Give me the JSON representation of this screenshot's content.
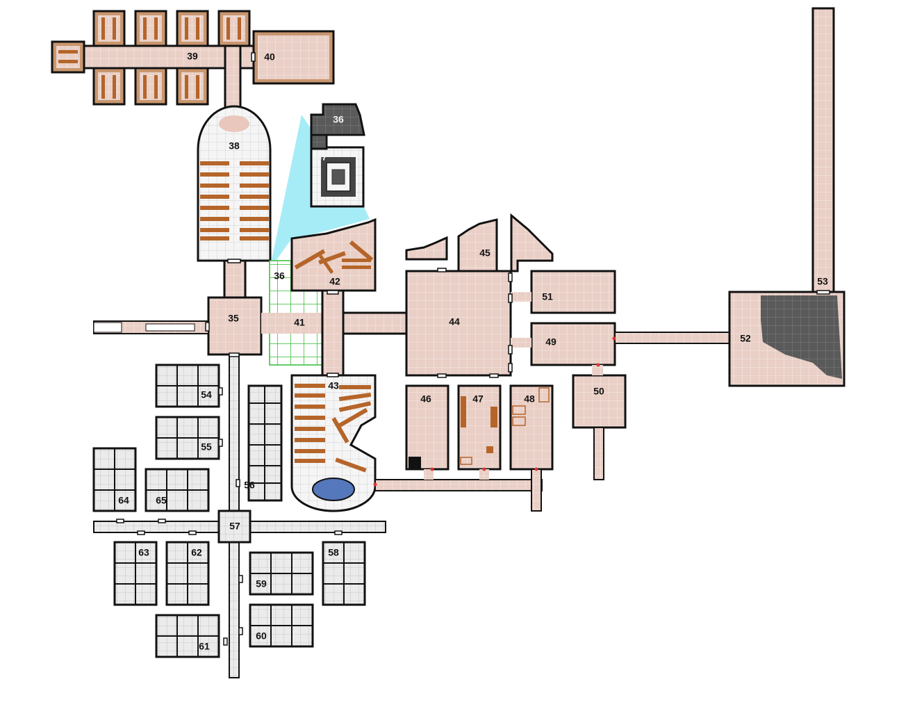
{
  "map": {
    "colors": {
      "marble": "#e9cfc6",
      "stone_grey": "#ebebeb",
      "dark_stone": "#5a5a5a",
      "wood": "#b5652a",
      "wall": "#111111",
      "glow": "#a6ecf7",
      "highlight": "#33bb33",
      "water": "#5577bb",
      "door_red": "#e03030"
    },
    "rooms": [
      {
        "id": "35",
        "label": "35"
      },
      {
        "id": "36",
        "label": "36"
      },
      {
        "id": "36b",
        "label": "36"
      },
      {
        "id": "37",
        "label": "37"
      },
      {
        "id": "38",
        "label": "38"
      },
      {
        "id": "39",
        "label": "39"
      },
      {
        "id": "40",
        "label": "40"
      },
      {
        "id": "41",
        "label": "41"
      },
      {
        "id": "42",
        "label": "42"
      },
      {
        "id": "43",
        "label": "43"
      },
      {
        "id": "44",
        "label": "44"
      },
      {
        "id": "45",
        "label": "45"
      },
      {
        "id": "46",
        "label": "46"
      },
      {
        "id": "47",
        "label": "47"
      },
      {
        "id": "48",
        "label": "48"
      },
      {
        "id": "49",
        "label": "49"
      },
      {
        "id": "50",
        "label": "50"
      },
      {
        "id": "51",
        "label": "51"
      },
      {
        "id": "52",
        "label": "52"
      },
      {
        "id": "53",
        "label": "53"
      },
      {
        "id": "54",
        "label": "54"
      },
      {
        "id": "55",
        "label": "55"
      },
      {
        "id": "56",
        "label": "56"
      },
      {
        "id": "57",
        "label": "57"
      },
      {
        "id": "58",
        "label": "58"
      },
      {
        "id": "59",
        "label": "59"
      },
      {
        "id": "60",
        "label": "60"
      },
      {
        "id": "61",
        "label": "61"
      },
      {
        "id": "62",
        "label": "62"
      },
      {
        "id": "63",
        "label": "63"
      },
      {
        "id": "64",
        "label": "64"
      },
      {
        "id": "65",
        "label": "65"
      }
    ]
  }
}
